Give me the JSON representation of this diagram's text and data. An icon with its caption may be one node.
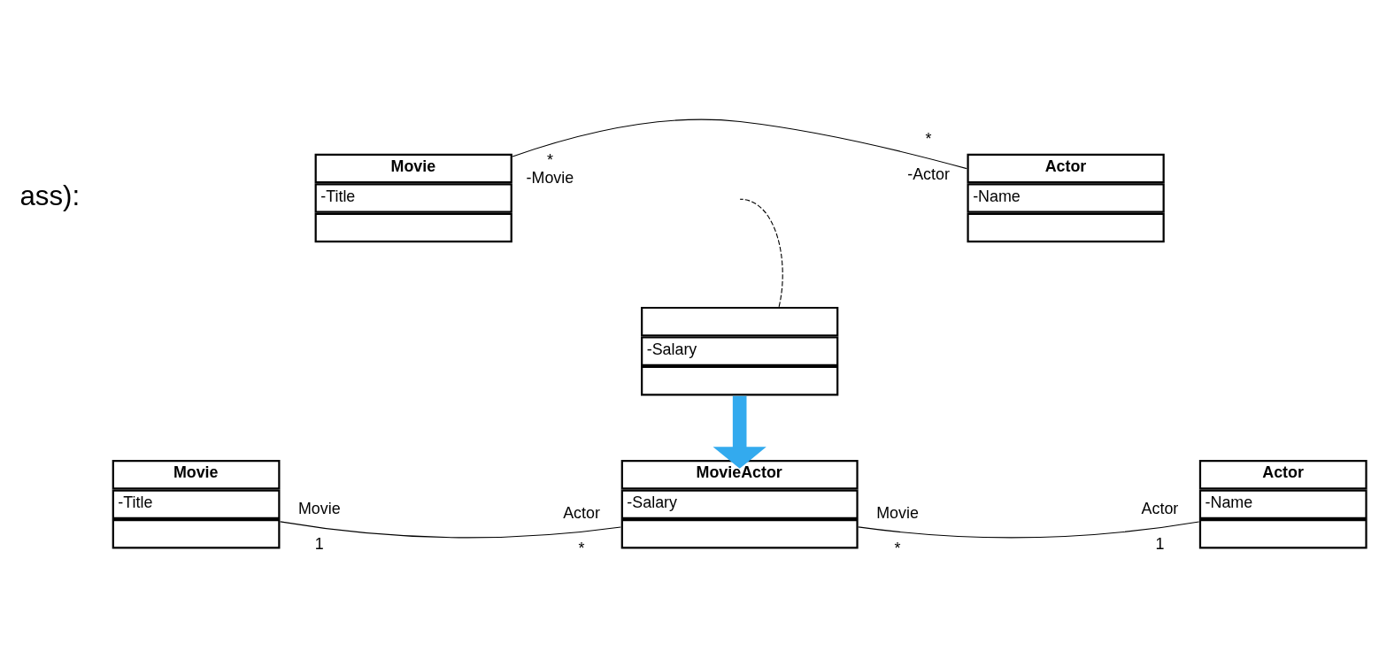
{
  "diagram": {
    "nodes": [
      {
        "text": [
          "Movie",
          "-Title"
        ]
      },
      {
        "text": [
          "Actor",
          "-Name"
        ]
      },
      {
        "text": [
          "-Salary"
        ]
      },
      {
        "text": [
          "Movie",
          "-Title"
        ]
      },
      {
        "text": [
          "MovieActor",
          "-Salary"
        ]
      },
      {
        "text": [
          "Actor",
          "-Name"
        ]
      }
    ],
    "edges": [
      {
        "from": 0,
        "to": 1,
        "arrow": "none"
      },
      {
        "from": 2,
        "to": null,
        "arrow": "none",
        "style": "dashed"
      },
      {
        "from": 2,
        "to": 4,
        "arrow": "to",
        "style": "thick",
        "color": "#33aaee"
      },
      {
        "from": 3,
        "to": 4,
        "arrow": "none"
      },
      {
        "from": 4,
        "to": 5,
        "arrow": "none"
      }
    ],
    "labels": [
      "ass):",
      "*",
      "*",
      "-Movie",
      "-Actor",
      "Movie",
      "Actor",
      "Movie",
      "Actor",
      "1",
      "*",
      "*",
      "1"
    ]
  }
}
